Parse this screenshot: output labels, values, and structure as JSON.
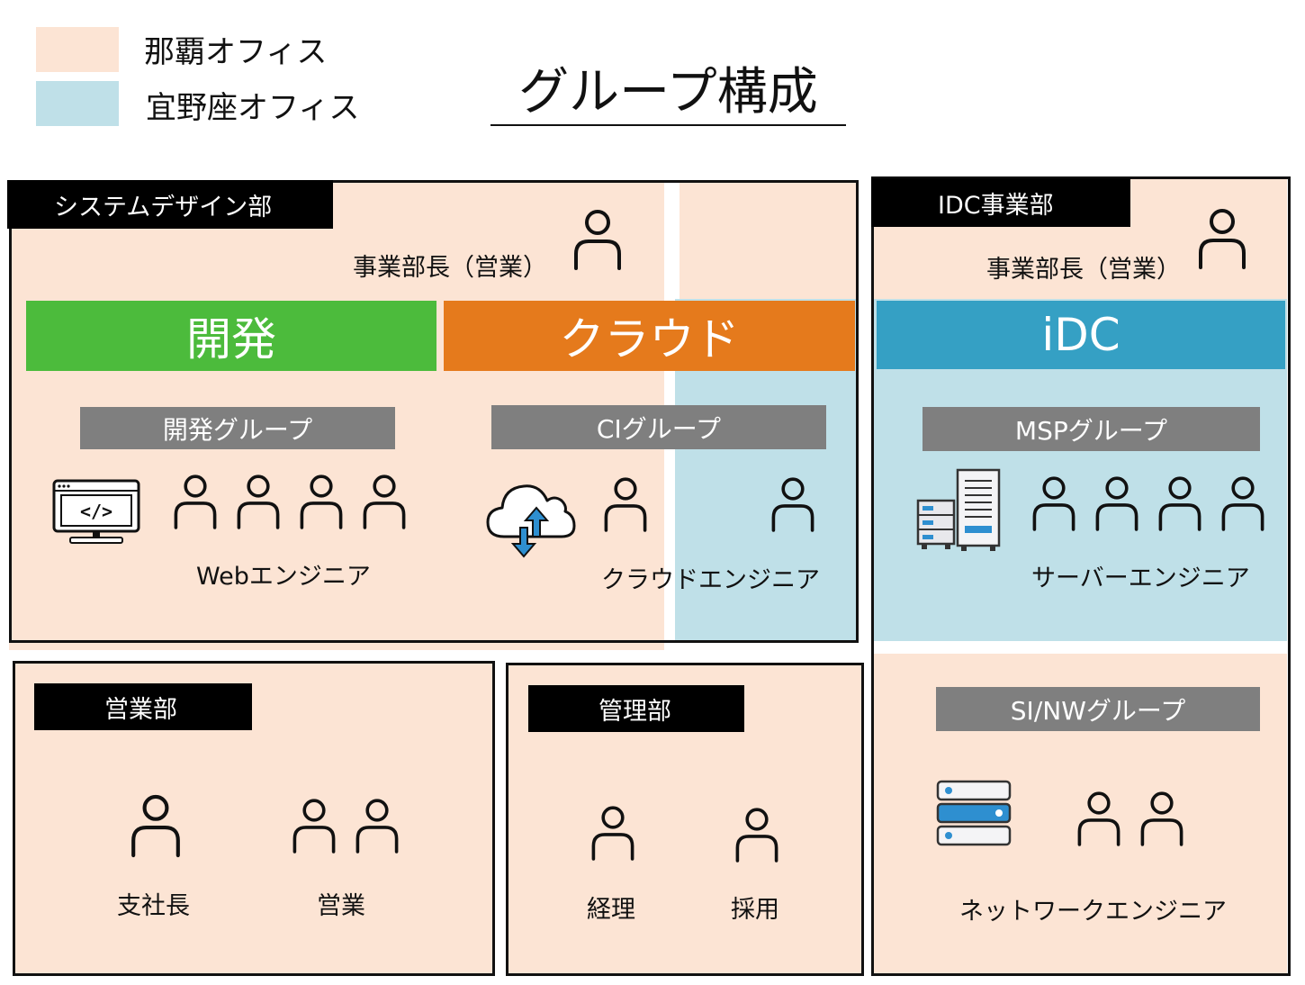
{
  "legend": {
    "items": [
      {
        "label": "那覇オフィス",
        "color": "#fce4d4"
      },
      {
        "label": "宜野座オフィス",
        "color": "#bfe0e8"
      }
    ]
  },
  "title": "グループ構成",
  "system_design": {
    "label": "システムデザイン部",
    "manager": "事業部長（営業）",
    "dev": {
      "bar": "開発",
      "bar_color": "#4cbb3c",
      "group": "開発グループ",
      "icon": "code-monitor-icon",
      "role": "Webエンジニア",
      "people": 4
    },
    "cloud": {
      "bar": "クラウド",
      "bar_color": "#e57a1c",
      "group": "CIグループ",
      "icon": "cloud-sync-icon",
      "role": "クラウドエンジニア",
      "people": 2
    }
  },
  "idc": {
    "label": "IDC事業部",
    "manager": "事業部長（営業）",
    "bar": "iDC",
    "bar_color": "#35a0c4",
    "msp": {
      "group": "MSPグループ",
      "icon": "server-icon",
      "role": "サーバーエンジニア",
      "people": 4
    },
    "sinw": {
      "group": "SI/NWグループ",
      "icon": "server-rack-icon",
      "role": "ネットワークエンジニア",
      "people": 2
    }
  },
  "sales": {
    "label": "営業部",
    "roles": [
      {
        "label": "支社長",
        "people": 1
      },
      {
        "label": "営業",
        "people": 2
      }
    ]
  },
  "admin": {
    "label": "管理部",
    "roles": [
      {
        "label": "経理",
        "people": 1
      },
      {
        "label": "採用",
        "people": 1
      }
    ]
  }
}
